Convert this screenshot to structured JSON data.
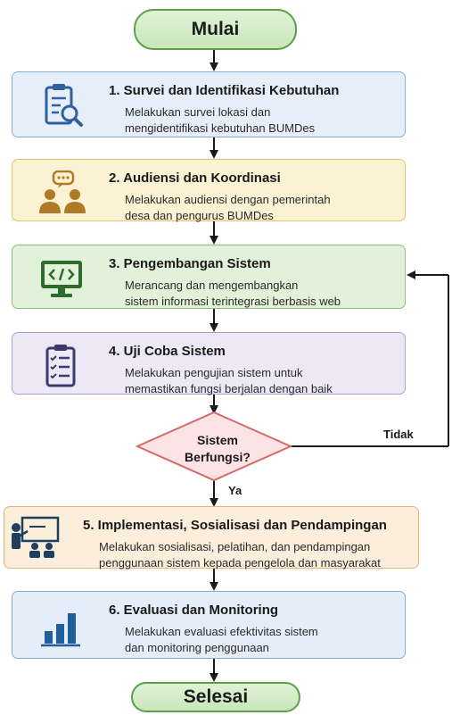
{
  "start": "Mulai",
  "end": "Selesai",
  "steps": [
    {
      "title": "1. Survei dan Identifikasi Kebutuhan",
      "desc1": "Melakukan survei lokasi dan",
      "desc2": "mengidentifikasi kebutuhan BUMDes",
      "icon": "clipboard-search-icon",
      "color": "#2f5f9e"
    },
    {
      "title": "2. Audiensi dan Koordinasi",
      "desc1": "Melakukan audiensi dengan pemerintah",
      "desc2": "desa dan pengurus BUMDes",
      "icon": "people-chat-icon",
      "color": "#b07a25"
    },
    {
      "title": "3. Pengembangan Sistem",
      "desc1": "Merancang dan mengembangkan",
      "desc2": "sistem informasi terintegrasi berbasis web",
      "icon": "monitor-code-icon",
      "color": "#2f6b2f"
    },
    {
      "title": "4. Uji Coba Sistem",
      "desc1": "Melakukan pengujian sistem untuk",
      "desc2": "memastikan fungsi berjalan dengan baik",
      "icon": "checklist-icon",
      "color": "#3d3a6e"
    },
    {
      "title": "5. Implementasi, Sosialisasi dan Pendampingan",
      "desc1": "Melakukan sosialisasi, pelatihan, dan pendampingan",
      "desc2": "penggunaan sistem kepada pengelola dan masyarakat",
      "icon": "presentation-icon",
      "color": "#1f3f5f"
    },
    {
      "title": "6. Evaluasi dan Monitoring",
      "desc1": "Melakukan evaluasi efektivitas sistem",
      "desc2": "dan monitoring penggunaan",
      "icon": "bar-chart-icon",
      "color": "#1f5f9e"
    }
  ],
  "decision": {
    "line1": "Sistem",
    "line2": "Berfungsi?",
    "no_label": "Tidak",
    "yes_label": "Ya"
  }
}
